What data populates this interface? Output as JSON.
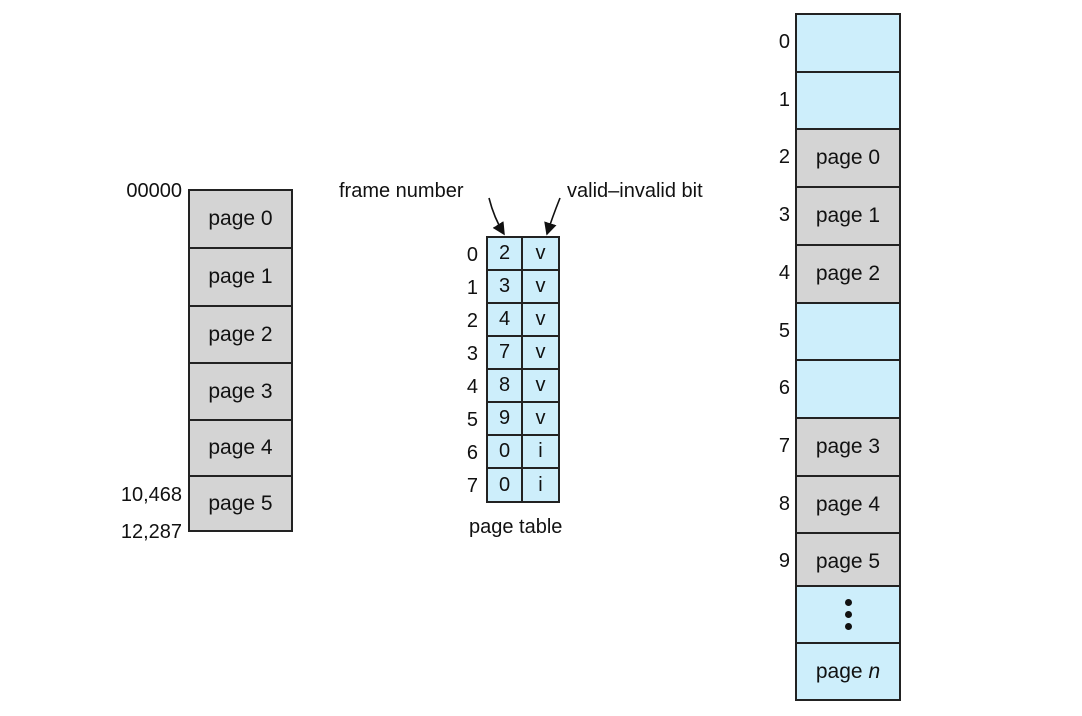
{
  "logical_memory": {
    "pages": [
      "page 0",
      "page 1",
      "page 2",
      "page 3",
      "page 4",
      "page 5"
    ],
    "address_start": "00000",
    "address_page5": "10,468",
    "address_end": "12,287"
  },
  "page_table": {
    "caption": "page table",
    "frame_number_label": "frame number",
    "valid_invalid_label": "valid–invalid bit",
    "rows": [
      {
        "index": "0",
        "frame": "2",
        "bit": "v"
      },
      {
        "index": "1",
        "frame": "3",
        "bit": "v"
      },
      {
        "index": "2",
        "frame": "4",
        "bit": "v"
      },
      {
        "index": "3",
        "frame": "7",
        "bit": "v"
      },
      {
        "index": "4",
        "frame": "8",
        "bit": "v"
      },
      {
        "index": "5",
        "frame": "9",
        "bit": "v"
      },
      {
        "index": "6",
        "frame": "0",
        "bit": "i"
      },
      {
        "index": "7",
        "frame": "0",
        "bit": "i"
      }
    ]
  },
  "physical_memory": {
    "frames": [
      {
        "index": "0",
        "label": "",
        "fill": "empty"
      },
      {
        "index": "1",
        "label": "",
        "fill": "empty"
      },
      {
        "index": "2",
        "label": "page 0",
        "fill": "used"
      },
      {
        "index": "3",
        "label": "page 1",
        "fill": "used"
      },
      {
        "index": "4",
        "label": "page 2",
        "fill": "used"
      },
      {
        "index": "5",
        "label": "",
        "fill": "empty"
      },
      {
        "index": "6",
        "label": "",
        "fill": "empty"
      },
      {
        "index": "7",
        "label": "page 3",
        "fill": "used"
      },
      {
        "index": "8",
        "label": "page 4",
        "fill": "used"
      },
      {
        "index": "9",
        "label": "page 5",
        "fill": "used"
      }
    ],
    "last_frame_label_prefix": "page ",
    "last_frame_label_var": "n"
  },
  "colors": {
    "used": "#d4d4d4",
    "empty": "#cdeefb",
    "border": "#222222"
  }
}
